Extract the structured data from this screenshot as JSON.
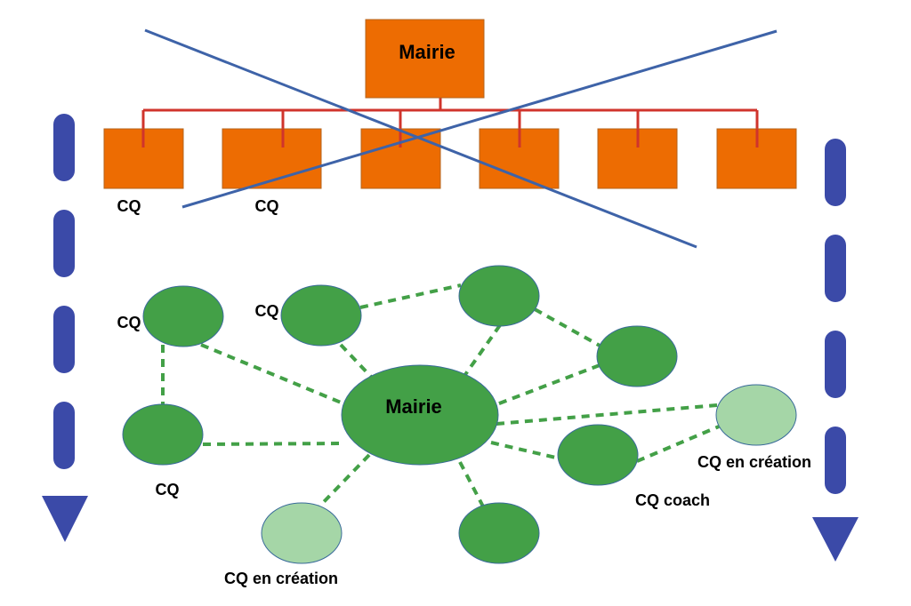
{
  "colors": {
    "orange": "#ed6c02",
    "red_connector": "#d0342c",
    "cross_line": "#3e63a8",
    "arrow_blue": "#3b4aa8",
    "node_green": "#43a047",
    "node_light_green": "#a5d6a7",
    "node_border": "#3a6b9a",
    "dashed_link": "#43a047"
  },
  "hierarchy": {
    "top_label": "Mairie",
    "cq_labels": [
      "CQ",
      "CQ"
    ]
  },
  "network": {
    "center_label": "Mairie",
    "labels": {
      "cq_top_left": "CQ",
      "cq_top_second": "CQ",
      "cq_bottom_left": "CQ",
      "cq_coach": "CQ coach",
      "cq_creation_right": "CQ en création",
      "cq_creation_bottom": "CQ en création"
    }
  }
}
